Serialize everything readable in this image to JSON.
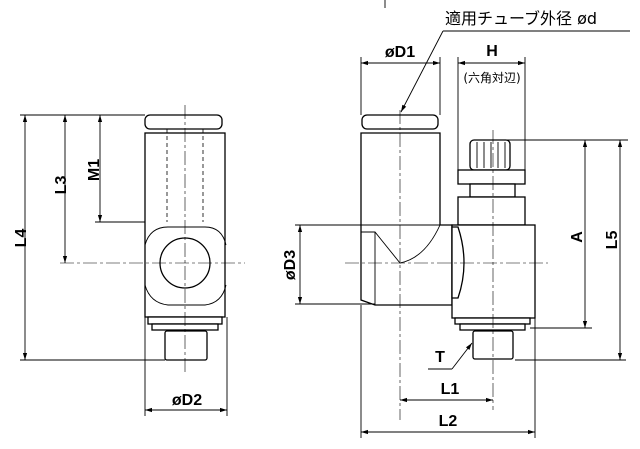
{
  "title": "適用チューブ外径 ød",
  "labels": {
    "L4": "L4",
    "L3": "L3",
    "M1": "M1",
    "D2": "øD2",
    "D1": "øD1",
    "H": "H",
    "hex_note": "(六角対辺)",
    "D3": "øD3",
    "A": "A",
    "L5": "L5",
    "T": "T",
    "L1": "L1",
    "L2": "L2"
  }
}
